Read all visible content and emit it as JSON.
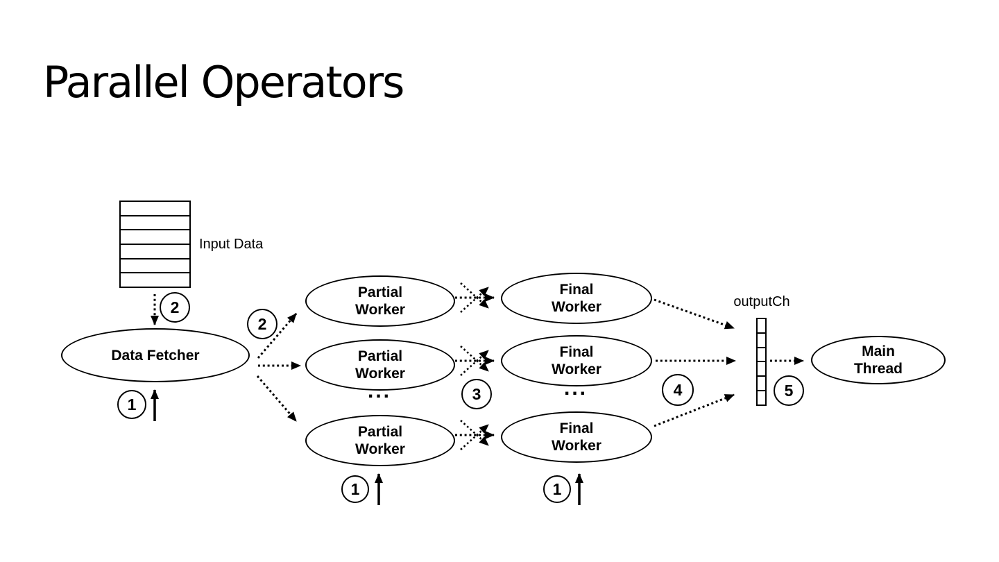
{
  "title": "Parallel Operators",
  "ellipsis": "...",
  "colors": {
    "ink": "#000000",
    "background": "#ffffff"
  },
  "nodes": {
    "input_data": {
      "label": "Input Data",
      "rows": 6
    },
    "data_fetcher": {
      "label": "Data Fetcher"
    },
    "partial_worker": {
      "line1": "Partial",
      "line2": "Worker",
      "count_shown": 3
    },
    "final_worker": {
      "line1": "Final",
      "line2": "Worker",
      "count_shown": 3
    },
    "output_ch": {
      "label": "outputCh",
      "cells": 6
    },
    "main_thread": {
      "line1": "Main",
      "line2": "Thread"
    }
  },
  "badges": {
    "fetch_loop": "1",
    "input_send": "2",
    "fanout": "2",
    "shuffle": "3",
    "collect": "4",
    "deliver": "5",
    "partial_loop": "1",
    "final_loop": "1"
  }
}
